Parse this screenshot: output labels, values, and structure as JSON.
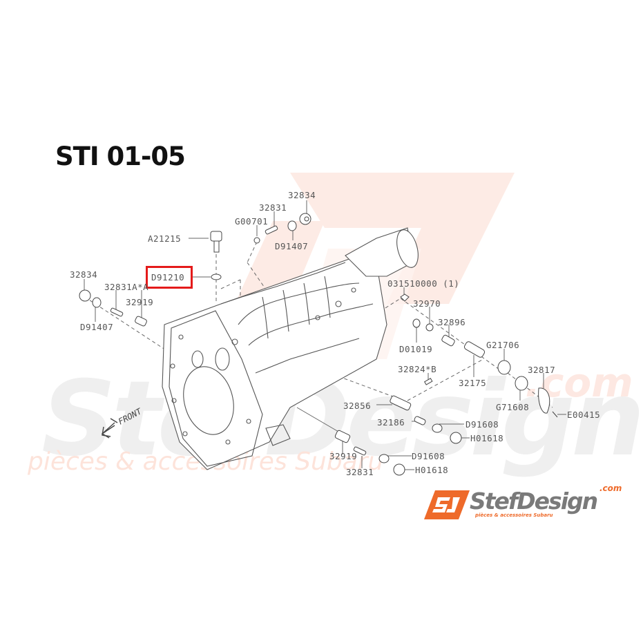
{
  "title": "STI 01-05",
  "highlighted_part": "D91210",
  "watermark": {
    "brand": "StefDesign",
    "domain": ".com",
    "tagline": "pièces & accessoires Subaru",
    "colors": {
      "orange": "#fde8e2",
      "gray": "#eeeeee"
    }
  },
  "orientation_label": "FRONT",
  "parts": [
    {
      "id": "p1",
      "label": "32834"
    },
    {
      "id": "p2",
      "label": "32831"
    },
    {
      "id": "p3",
      "label": "G00701"
    },
    {
      "id": "p4",
      "label": "D91407"
    },
    {
      "id": "p5",
      "label": "A21215"
    },
    {
      "id": "p6",
      "label": "D91210"
    },
    {
      "id": "p7",
      "label": "32834"
    },
    {
      "id": "p8",
      "label": "32831A*A"
    },
    {
      "id": "p9",
      "label": "32919"
    },
    {
      "id": "p10",
      "label": "D91407"
    },
    {
      "id": "p11",
      "label": "031510000 (1)"
    },
    {
      "id": "p12",
      "label": "32970"
    },
    {
      "id": "p13",
      "label": "32896"
    },
    {
      "id": "p14",
      "label": "D01019"
    },
    {
      "id": "p15",
      "label": "G21706"
    },
    {
      "id": "p16",
      "label": "32824*B"
    },
    {
      "id": "p17",
      "label": "32817"
    },
    {
      "id": "p18",
      "label": "32175"
    },
    {
      "id": "p19",
      "label": "G71608"
    },
    {
      "id": "p20",
      "label": "32856"
    },
    {
      "id": "p21",
      "label": "E00415"
    },
    {
      "id": "p22",
      "label": "32186"
    },
    {
      "id": "p23",
      "label": "D91608"
    },
    {
      "id": "p24",
      "label": "H01618"
    },
    {
      "id": "p25",
      "label": "32919"
    },
    {
      "id": "p26",
      "label": "D91608"
    },
    {
      "id": "p27",
      "label": "32831"
    },
    {
      "id": "p28",
      "label": "H01618"
    }
  ],
  "logo": {
    "mark": "SD",
    "name": "StefDesign",
    "domain": ".com",
    "tagline": "pièces & accessoires Subaru",
    "accent": "#ee6a2a",
    "text_color": "#7a7a7a"
  },
  "colors": {
    "highlight": "#e41a1a",
    "line": "#555555"
  }
}
